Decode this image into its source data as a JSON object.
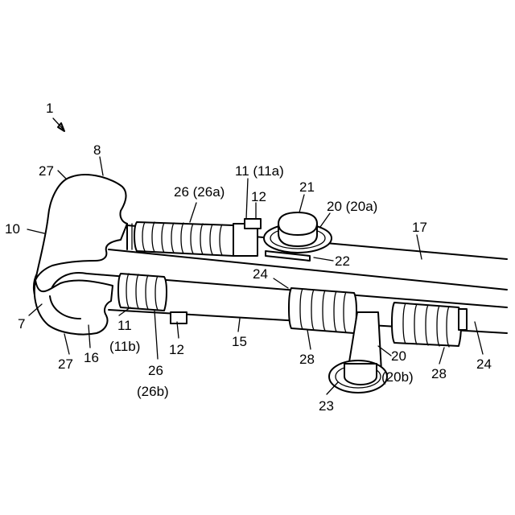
{
  "labels": {
    "fig": "1",
    "n8": "8",
    "n27_top": "27",
    "n10": "10",
    "n7": "7",
    "n27_bottom": "27",
    "n16": "16",
    "n11_lower": "11",
    "n11b": "(11b)",
    "n12_lower": "12",
    "n26_lower": "26",
    "n26b": "(26b)",
    "n26_upper": "26 (26a)",
    "n11_upper": "11 (11a)",
    "n12_upper": "12",
    "n21": "21",
    "n20_upper": "20 (20a)",
    "n22": "22",
    "n17": "17",
    "n24_upper": "24",
    "n15": "15",
    "n28_left": "28",
    "n20_lower": "20",
    "n20b": "(20b)",
    "n28_right": "28",
    "n24_lower": "24",
    "n23": "23"
  }
}
